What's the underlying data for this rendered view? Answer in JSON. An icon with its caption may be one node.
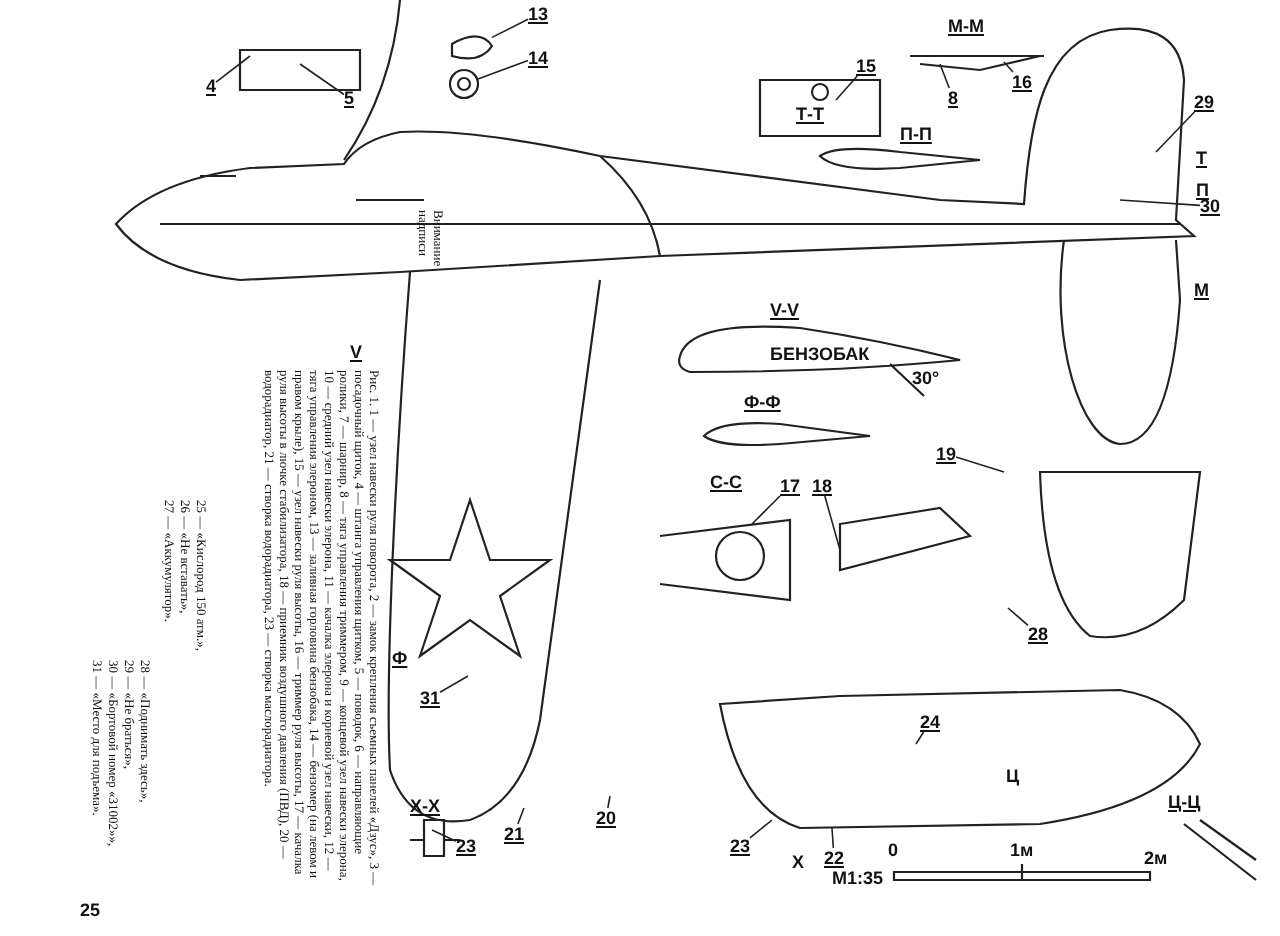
{
  "diagram": {
    "caption": "Рис. 1. 1 — узел навески руля поворота, 2 — замок крепления съемных панелей «Дзус», 3 — посадочный щиток, 4 — штанга управления щитком, 5 — поводок, 6 — направляющие ролики, 7 — шарнир, 8 — тяга управления триммером, 9 — концевой узел навески элерона, 10 — средний узел навески элерона, 11 — качалка элерона и корневой узел навески, 12 — тяга управления элероном, 13 — заливная горловина бензобака, 14 — бензомер (на левом и правом крыле), 15 — узел навески руля высоты, 16 — триммер руля высоты, 17 — качалка руля высоты в лючке стабилизатора, 18 — приемник воздушного давления (ПВД), 20 — водорадиатор, 21 — створка водорадиатора, 23 — створка маслорадиатора.",
    "nodes": [
      {
        "text": [
          "4"
        ]
      },
      {
        "text": [
          "5"
        ]
      },
      {
        "text": [
          "13"
        ]
      },
      {
        "text": [
          "14"
        ]
      },
      {
        "text": [
          "15"
        ]
      },
      {
        "text": [
          "8"
        ]
      },
      {
        "text": [
          "16"
        ]
      },
      {
        "text": [
          "29"
        ]
      },
      {
        "text": [
          "30"
        ]
      },
      {
        "text": [
          "19"
        ]
      },
      {
        "text": [
          "17"
        ]
      },
      {
        "text": [
          "18"
        ]
      },
      {
        "text": [
          "28"
        ]
      },
      {
        "text": [
          "24"
        ]
      },
      {
        "text": [
          "31"
        ]
      },
      {
        "text": [
          "23"
        ]
      },
      {
        "text": [
          "21"
        ]
      },
      {
        "text": [
          "20"
        ]
      },
      {
        "text": [
          "23"
        ]
      },
      {
        "text": [
          "22"
        ]
      },
      {
        "text": [],
        "shape": "picture"
      },
      {
        "text": [],
        "shape": "picture"
      }
    ],
    "edges": [
      {
        "from": 0,
        "to": null,
        "arrow": "none"
      },
      {
        "from": 1,
        "to": null,
        "arrow": "none"
      },
      {
        "from": 2,
        "to": 20,
        "arrow": "none"
      },
      {
        "from": 3,
        "to": 21,
        "arrow": "none"
      },
      {
        "from": 4,
        "to": null,
        "arrow": "none"
      },
      {
        "from": 5,
        "to": null,
        "arrow": "none"
      },
      {
        "from": 6,
        "to": null,
        "arrow": "none"
      },
      {
        "from": 7,
        "to": null,
        "arrow": "none"
      },
      {
        "from": 8,
        "to": null,
        "arrow": "none"
      },
      {
        "from": 9,
        "to": null,
        "arrow": "none"
      },
      {
        "from": 10,
        "to": null,
        "arrow": "none"
      },
      {
        "from": 11,
        "to": null,
        "arrow": "none"
      },
      {
        "from": 12,
        "to": null,
        "arrow": "none"
      },
      {
        "from": 13,
        "to": null,
        "arrow": "none"
      },
      {
        "from": 14,
        "to": null,
        "arrow": "none"
      },
      {
        "from": 15,
        "to": null,
        "arrow": "none"
      },
      {
        "from": 16,
        "to": null,
        "arrow": "none"
      },
      {
        "from": 17,
        "to": null,
        "arrow": "none"
      },
      {
        "from": 18,
        "to": null,
        "arrow": "none"
      },
      {
        "from": 19,
        "to": null,
        "arrow": "none"
      }
    ],
    "labels": [
      "Внимание надписи",
      "25 — «Кислород 150 атм.»,",
      "26 — «Не вставать»,",
      "27 — «Аккумулятор».",
      "28 — «Поднимать здесь»,",
      "29 — «Не браться»,",
      "30 — «Бортовой номер «31002»»,",
      "31 — «Место для подъема».",
      "М-М",
      "Т-Т",
      "П-П",
      "Т",
      "П",
      "V",
      "V-V",
      "М",
      "БЕНЗОБАК",
      "30°",
      "Ф-Ф",
      "С-С",
      "Ф",
      "Х-Х",
      "Ц",
      "Ц-Ц",
      "Х",
      "0",
      "1м",
      "2м",
      "М1:35",
      "25"
    ]
  }
}
